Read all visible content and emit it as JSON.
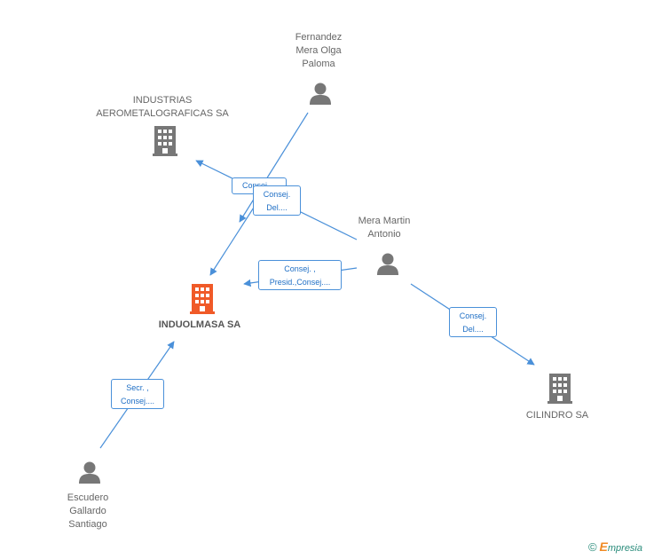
{
  "nodes": {
    "fernandez": {
      "label": "Fernandez\nMera Olga\nPaloma",
      "icon": "person-icon"
    },
    "industrias": {
      "label": "INDUSTRIAS\nAEROMETALOGRAFICAS SA",
      "icon": "building-icon"
    },
    "mera_martin": {
      "label": "Mera Martin\nAntonio",
      "icon": "person-icon"
    },
    "induolmasa": {
      "label": "INDUOLMASA SA",
      "icon": "building-icon"
    },
    "cilindro": {
      "label": "CILINDRO SA",
      "icon": "building-icon"
    },
    "escudero": {
      "label": "Escudero\nGallardo\nSantiago",
      "icon": "person-icon"
    }
  },
  "edges": {
    "fernandez_industrias": "Consej....",
    "mera_industrias": "Consej.\nDel....",
    "mera_induolmasa": "Consej. ,\nPresid.,Consej....",
    "mera_cilindro": "Consej.\nDel....",
    "escudero_induolmasa": "Secr. ,\nConsej...."
  },
  "brand": {
    "copyright": "©",
    "initial": "E",
    "rest": "mpresia"
  },
  "colors": {
    "edge": "#4a90d9",
    "node_gray": "#777777",
    "node_main": "#f05a28"
  }
}
